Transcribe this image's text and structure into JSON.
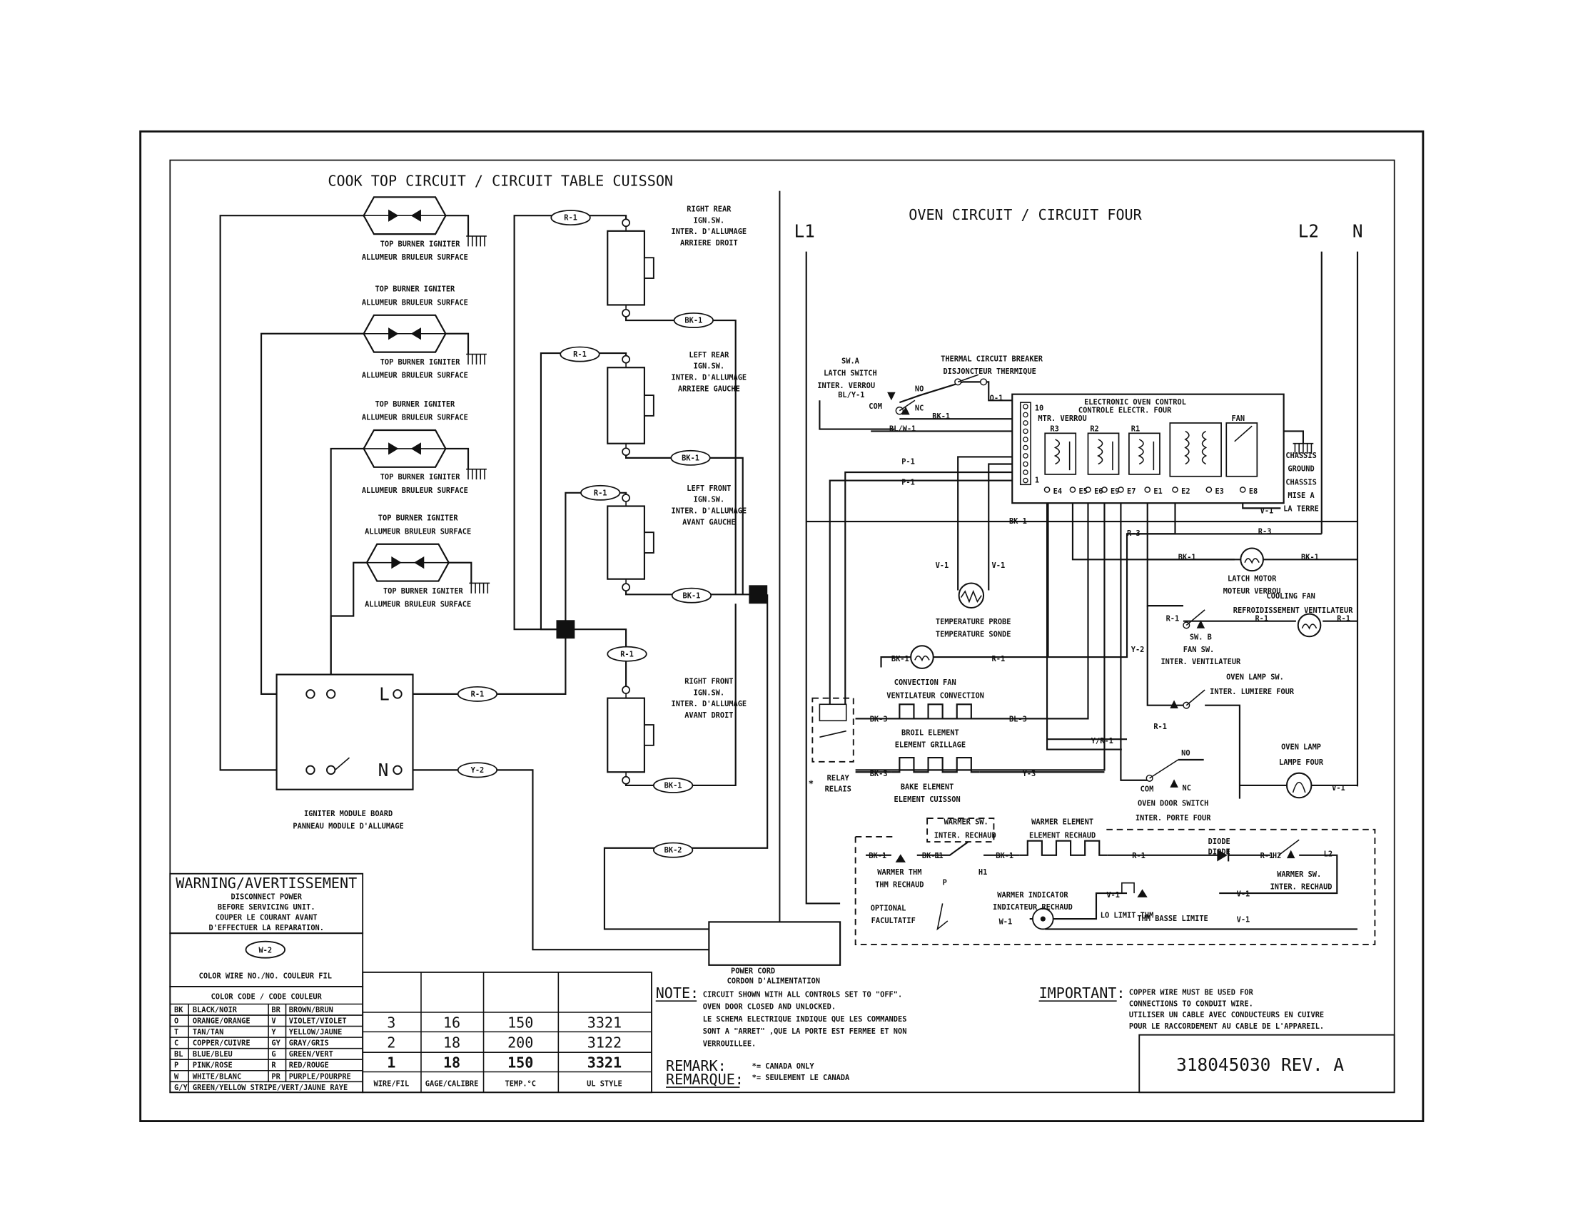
{
  "header": {
    "cook_title": "COOK TOP CIRCUIT / CIRCUIT TABLE CUISSON",
    "oven_title": "OVEN CIRCUIT / CIRCUIT FOUR",
    "rail_l1": "L1",
    "rail_l2": "L2",
    "rail_n": "N"
  },
  "cooktop": {
    "igniters": [
      {
        "l1": "TOP BURNER IGNITER",
        "l2": "ALLUMEUR BRULEUR SURFACE"
      },
      {
        "l1": "TOP BURNER IGNITER",
        "l2": "ALLUMEUR BRULEUR SURFACE"
      },
      {
        "l1": "TOP BURNER IGNITER",
        "l2": "ALLUMEUR BRULEUR SURFACE"
      },
      {
        "l1": "TOP BURNER IGNITER",
        "l2": "ALLUMEUR BRULEUR SURFACE"
      }
    ],
    "switches": [
      {
        "l1": "RIGHT REAR",
        "l2": "IGN.SW.",
        "l3": "INTER. D'ALLUMAGE",
        "l4": "ARRIERE DROIT"
      },
      {
        "l1": "LEFT REAR",
        "l2": "IGN.SW.",
        "l3": "INTER. D'ALLUMAGE",
        "l4": "ARRIERE GAUCHE"
      },
      {
        "l1": "LEFT FRONT",
        "l2": "IGN.SW.",
        "l3": "INTER. D'ALLUMAGE",
        "l4": "AVANT GAUCHE"
      },
      {
        "l1": "RIGHT FRONT",
        "l2": "IGN.SW.",
        "l3": "INTER. D'ALLUMAGE",
        "l4": "AVANT DROIT"
      }
    ],
    "module": {
      "l1": "IGNITER MODULE BOARD",
      "l2": "PANNEAU MODULE D'ALLUMAGE",
      "term_l": "L",
      "term_n": "N"
    }
  },
  "wire_tags": {
    "r1": "R-1",
    "bk1": "BK-1",
    "bk2": "BK-2",
    "y2": "Y-2",
    "bk3": "BK-3",
    "y3": "Y-3",
    "bl3": "BL-3",
    "p1": "P-1",
    "v1": "V-1",
    "w1": "W-1",
    "o1": "O-1",
    "bly1": "BL/Y-1",
    "blw1": "BL/W-1",
    "yr1": "Y/R-1",
    "r3": "R-3",
    "y2b": "Y-2",
    "bk1b": "BK-1"
  },
  "oven": {
    "latch": {
      "l1": "SW.A",
      "l2": "LATCH SWITCH",
      "l3": "INTER. VERROU",
      "com": "COM",
      "no": "NO",
      "nc": "NC"
    },
    "breaker": {
      "l1": "THERMAL CIRCUIT BREAKER",
      "l2": "DISJONCTEUR THERMIQUE"
    },
    "eoc": {
      "l1": "ELECTRONIC OVEN CONTROL",
      "l2": "CONTROLE ELECTR. FOUR",
      "l3": "MTR. VERROU",
      "fan": "FAN",
      "r1": "R3",
      "r2": "R2",
      "r3": "R1",
      "p10": "10",
      "p1": "1"
    },
    "terminals": [
      "E4",
      "E5",
      "E6",
      "E9",
      "E7",
      "E1",
      "E2",
      "E3",
      "E8"
    ],
    "chassis": {
      "l1": "CHASSIS",
      "l2": "GROUND",
      "l3": "CHASSIS",
      "l4": "MISE A",
      "l5": "LA TERRE"
    },
    "latch_motor": {
      "l1": "LATCH MOTOR",
      "l2": "MOTEUR VERROU"
    },
    "cooling_fan": {
      "l1": "COOLING FAN",
      "l2": "REFROIDISSEMENT VENTILATEUR"
    },
    "fan_sw": {
      "l1": "SW. B",
      "l2": "FAN SW.",
      "l3": "INTER. VENTILATEUR"
    },
    "lamp_sw": {
      "l1": "OVEN LAMP SW.",
      "l2": "INTER. LUMIERE FOUR"
    },
    "oven_lamp": {
      "l1": "OVEN LAMP",
      "l2": "LAMPE FOUR"
    },
    "door_sw": {
      "l1": "OVEN DOOR SWITCH",
      "l2": "INTER. PORTE FOUR",
      "com": "COM",
      "nc": "NC",
      "no": "NO"
    },
    "probe": {
      "l1": "TEMPERATURE PROBE",
      "l2": "TEMPERATURE SONDE"
    },
    "conv_fan": {
      "l1": "CONVECTION FAN",
      "l2": "VENTILATEUR CONVECTION"
    },
    "broil": {
      "l1": "BROIL ELEMENT",
      "l2": "ELEMENT GRILLAGE"
    },
    "bake": {
      "l1": "BAKE ELEMENT",
      "l2": "ELEMENT CUISSON"
    },
    "relay": {
      "l1": "RELAY",
      "l2": "RELAIS",
      "star": "*"
    },
    "power_cord": {
      "l1": "POWER CORD",
      "l2": "CORDON D'ALIMENTATION"
    }
  },
  "warmer": {
    "sw": {
      "l1": "WARMER SW.",
      "l2": "INTER. RECHAUD"
    },
    "element": {
      "l1": "WARMER ELEMENT",
      "l2": "ELEMENT RECHAUD"
    },
    "thm": {
      "l1": "WARMER THM",
      "l2": "THM RECHAUD"
    },
    "optional": {
      "l1": "OPTIONAL",
      "l2": "FACULTATIF"
    },
    "indicator": {
      "l1": "WARMER INDICATOR",
      "l2": "INDICATEUR RECHAUD"
    },
    "lo_limit": {
      "l1": "LO LIMIT THM",
      "l2": "THM BASSE LIMITE"
    },
    "diode": {
      "l1": "DIODE",
      "l2": "DIODE"
    },
    "sw2": {
      "l1": "WARMER SW.",
      "l2": "INTER. RECHAUD"
    },
    "pins": {
      "l1": "L1",
      "p": "P",
      "h1": "H1",
      "h2": "H2",
      "l2": "L2"
    }
  },
  "warning": {
    "title": "WARNING/AVERTISSEMENT",
    "l1": "DISCONNECT POWER",
    "l2": "BEFORE SERVICING UNIT.",
    "l3": "COUPER LE COURANT AVANT",
    "l4": "D'EFFECTUER LA REPARATION.",
    "badge": "W-2",
    "color_wire": "COLOR WIRE NO./NO. COULEUR FIL",
    "color_code": "COLOR CODE / CODE COULEUR"
  },
  "color_codes": [
    [
      "BK",
      "BLACK/NOIR",
      "BR",
      "BROWN/BRUN"
    ],
    [
      "O",
      "ORANGE/ORANGE",
      "V",
      "VIOLET/VIOLET"
    ],
    [
      "T",
      "TAN/TAN",
      "Y",
      "YELLOW/JAUNE"
    ],
    [
      "C",
      "COPPER/CUIVRE",
      "GY",
      "GRAY/GRIS"
    ],
    [
      "BL",
      "BLUE/BLEU",
      "G",
      "GREEN/VERT"
    ],
    [
      "P",
      "PINK/ROSE",
      "R",
      "RED/ROUGE"
    ],
    [
      "W",
      "WHITE/BLANC",
      "PR",
      "PURPLE/POURPRE"
    ],
    [
      "G/Y",
      "GREEN/YELLOW STRIPE/VERT/JAUNE RAYE",
      "",
      ""
    ]
  ],
  "wire_table": {
    "rows": [
      [
        "3",
        "16",
        "150",
        "3321"
      ],
      [
        "2",
        "18",
        "200",
        "3122"
      ],
      [
        "1",
        "18",
        "150",
        "3321"
      ]
    ],
    "headers": [
      "WIRE/FIL",
      "GAGE/CALIBRE",
      "TEMP.°C",
      "UL STYLE"
    ]
  },
  "notes": {
    "note_label": "NOTE:",
    "note": [
      "CIRCUIT SHOWN WITH ALL CONTROLS SET TO \"OFF\".",
      "OVEN DOOR CLOSED AND UNLOCKED.",
      "LE SCHEMA ELECTRIQUE INDIQUE QUE LES COMMANDES",
      "SONT A \"ARRET\" ,QUE LA PORTE EST FERMEE ET NON",
      "VERROUILLEE."
    ],
    "remark_label": "REMARK:",
    "remarque_label": "REMARQUE:",
    "remark": "*= CANADA ONLY",
    "remarque": "*= SEULEMENT LE CANADA",
    "important_label": "IMPORTANT:",
    "important": [
      "COPPER WIRE MUST BE USED FOR",
      "CONNECTIONS TO CONDUIT WIRE.",
      "UTILISER UN CABLE AVEC CONDUCTEURS EN CUIVRE",
      "POUR LE RACCORDEMENT AU CABLE DE L'APPAREIL."
    ],
    "part_number": "318045030 REV. A"
  }
}
